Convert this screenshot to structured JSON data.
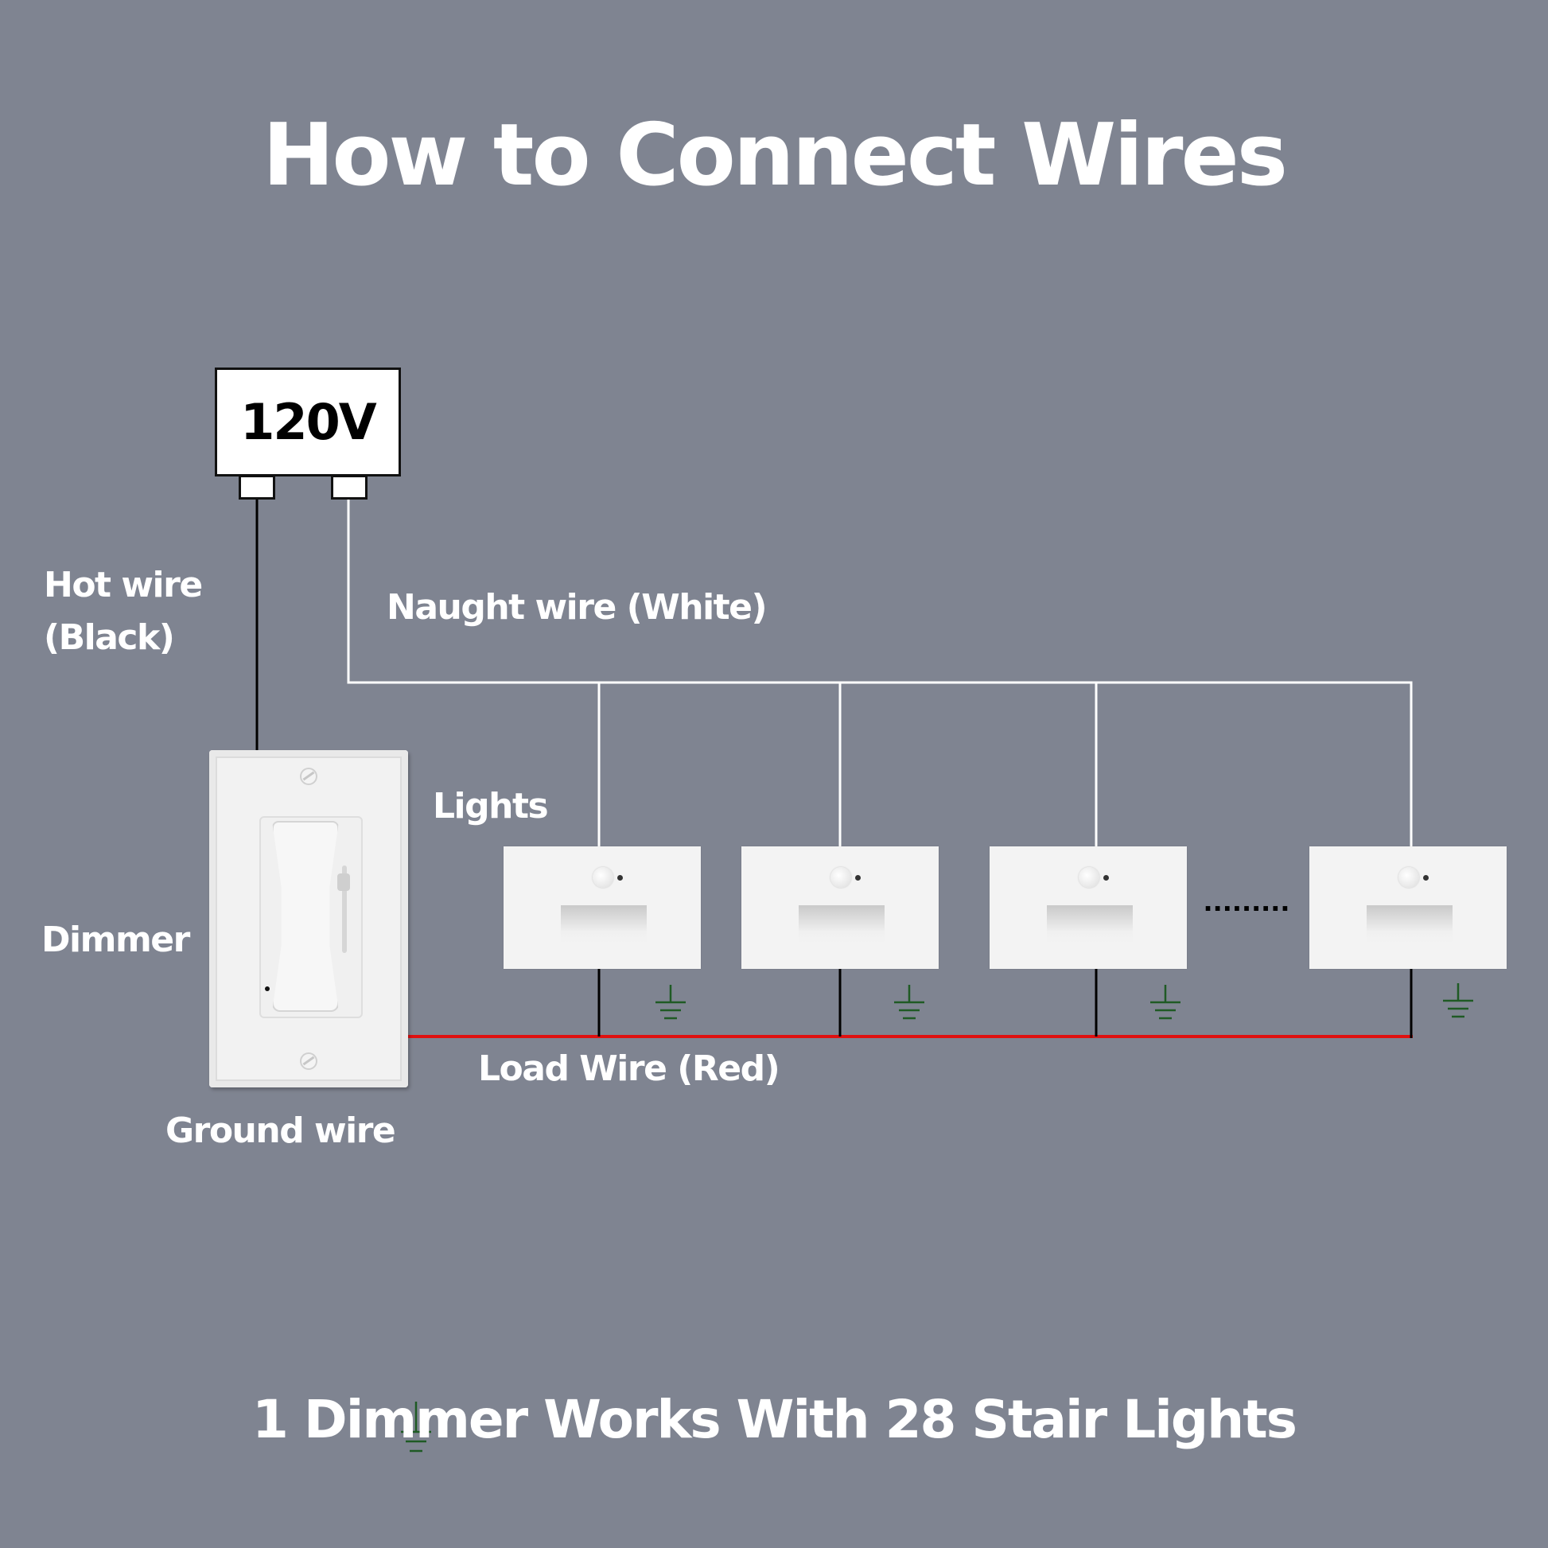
{
  "title": "How to Connect Wires",
  "subtitle": "1 Dimmer Works With 28 Stair Lights",
  "power_source": {
    "label": "120V"
  },
  "labels": {
    "hot_wire_line1": "Hot wire",
    "hot_wire_line2": "(Black)",
    "neutral_wire": "Naught wire (White)",
    "lights": "Lights",
    "dimmer": "Dimmer",
    "load_wire": "Load Wire (Red)",
    "ground_wire": "Ground wire"
  },
  "lights": [
    {
      "name": "stair-light-1"
    },
    {
      "name": "stair-light-2"
    },
    {
      "name": "stair-light-3"
    },
    {
      "name": "stair-light-n"
    }
  ],
  "ellipsis": ".........",
  "colors": {
    "background": "#7f8491",
    "hot_wire": "#000000",
    "neutral_wire": "#ffffff",
    "load_wire": "#e01010",
    "ground_symbol": "#1f5a24",
    "text": "#ffffff"
  }
}
